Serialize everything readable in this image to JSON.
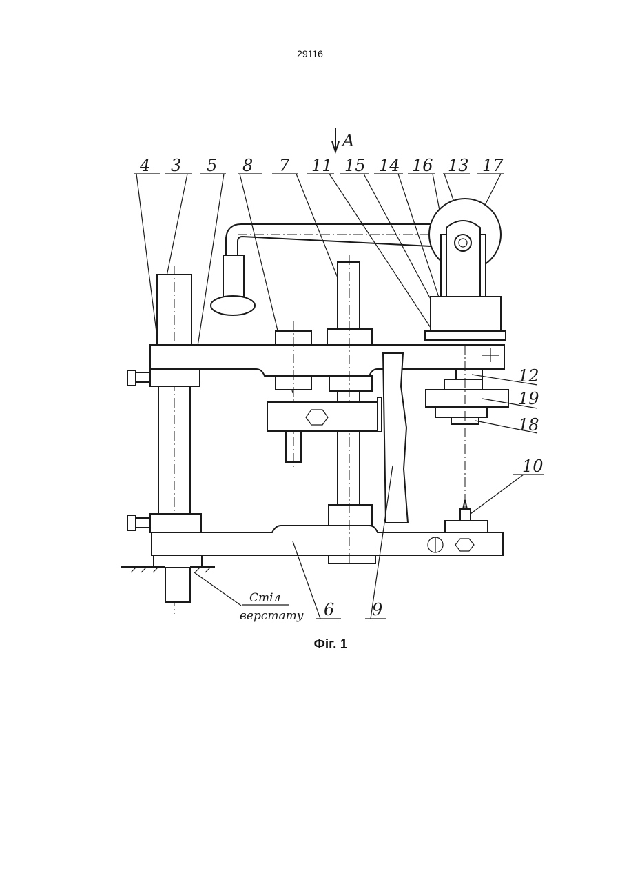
{
  "document": {
    "page_number": "29116",
    "figure_caption": "Фіг. 1",
    "view_arrow_label": "A",
    "table_label_line1": "Стіл",
    "table_label_line2": "верстату",
    "part_labels": {
      "p4": "4",
      "p3": "3",
      "p5": "5",
      "p8": "8",
      "p7": "7",
      "p11": "11",
      "p15": "15",
      "p14": "14",
      "p16": "16",
      "p13": "13",
      "p17": "17",
      "p12": "12",
      "p19": "19",
      "p18": "18",
      "p10": "10",
      "p6": "6",
      "p9": "9"
    }
  }
}
